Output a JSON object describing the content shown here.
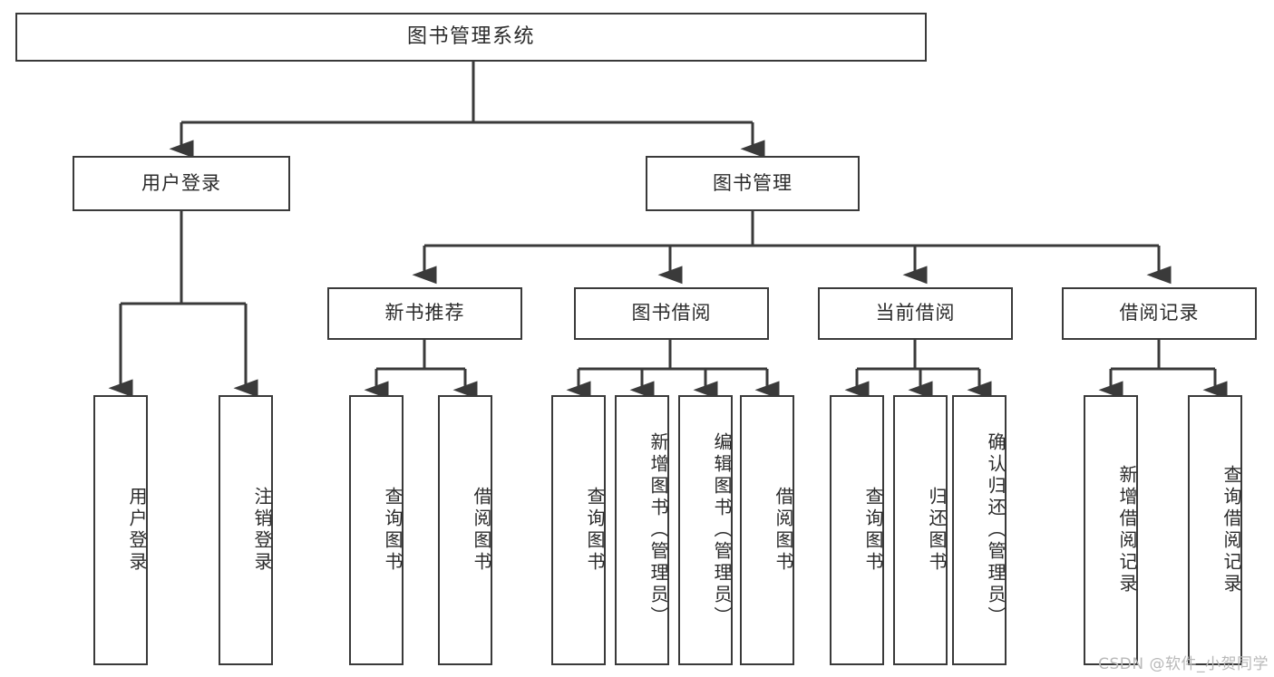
{
  "diagram": {
    "title": "图书管理系统",
    "type": "tree-structure-chart",
    "orientation": "top-down",
    "line_color": "#3a3a3a",
    "text_color": "#2b2b2b",
    "background_color": "#ffffff"
  },
  "root": {
    "label": "图书管理系统"
  },
  "level2": [
    {
      "label": "用户登录"
    },
    {
      "label": "图书管理"
    }
  ],
  "level3": [
    {
      "label": "新书推荐"
    },
    {
      "label": "图书借阅"
    },
    {
      "label": "当前借阅"
    },
    {
      "label": "借阅记录"
    }
  ],
  "leaves": {
    "user_login": [
      {
        "label": "用户登录"
      },
      {
        "label": "注销登录"
      }
    ],
    "new_book_recommend": [
      {
        "label": "查询图书"
      },
      {
        "label": "借阅图书"
      }
    ],
    "book_borrow": [
      {
        "label": "查询图书"
      },
      {
        "label": "新增图书（管理员）"
      },
      {
        "label": "编辑图书（管理员）"
      },
      {
        "label": "借阅图书"
      }
    ],
    "current_borrow": [
      {
        "label": "查询图书"
      },
      {
        "label": "归还图书"
      },
      {
        "label": "确认归还（管理员）"
      }
    ],
    "borrow_record": [
      {
        "label": "新增借阅记录"
      },
      {
        "label": "查询借阅记录"
      }
    ]
  },
  "watermark": {
    "text": "CSDN @软件_小贺同学"
  }
}
